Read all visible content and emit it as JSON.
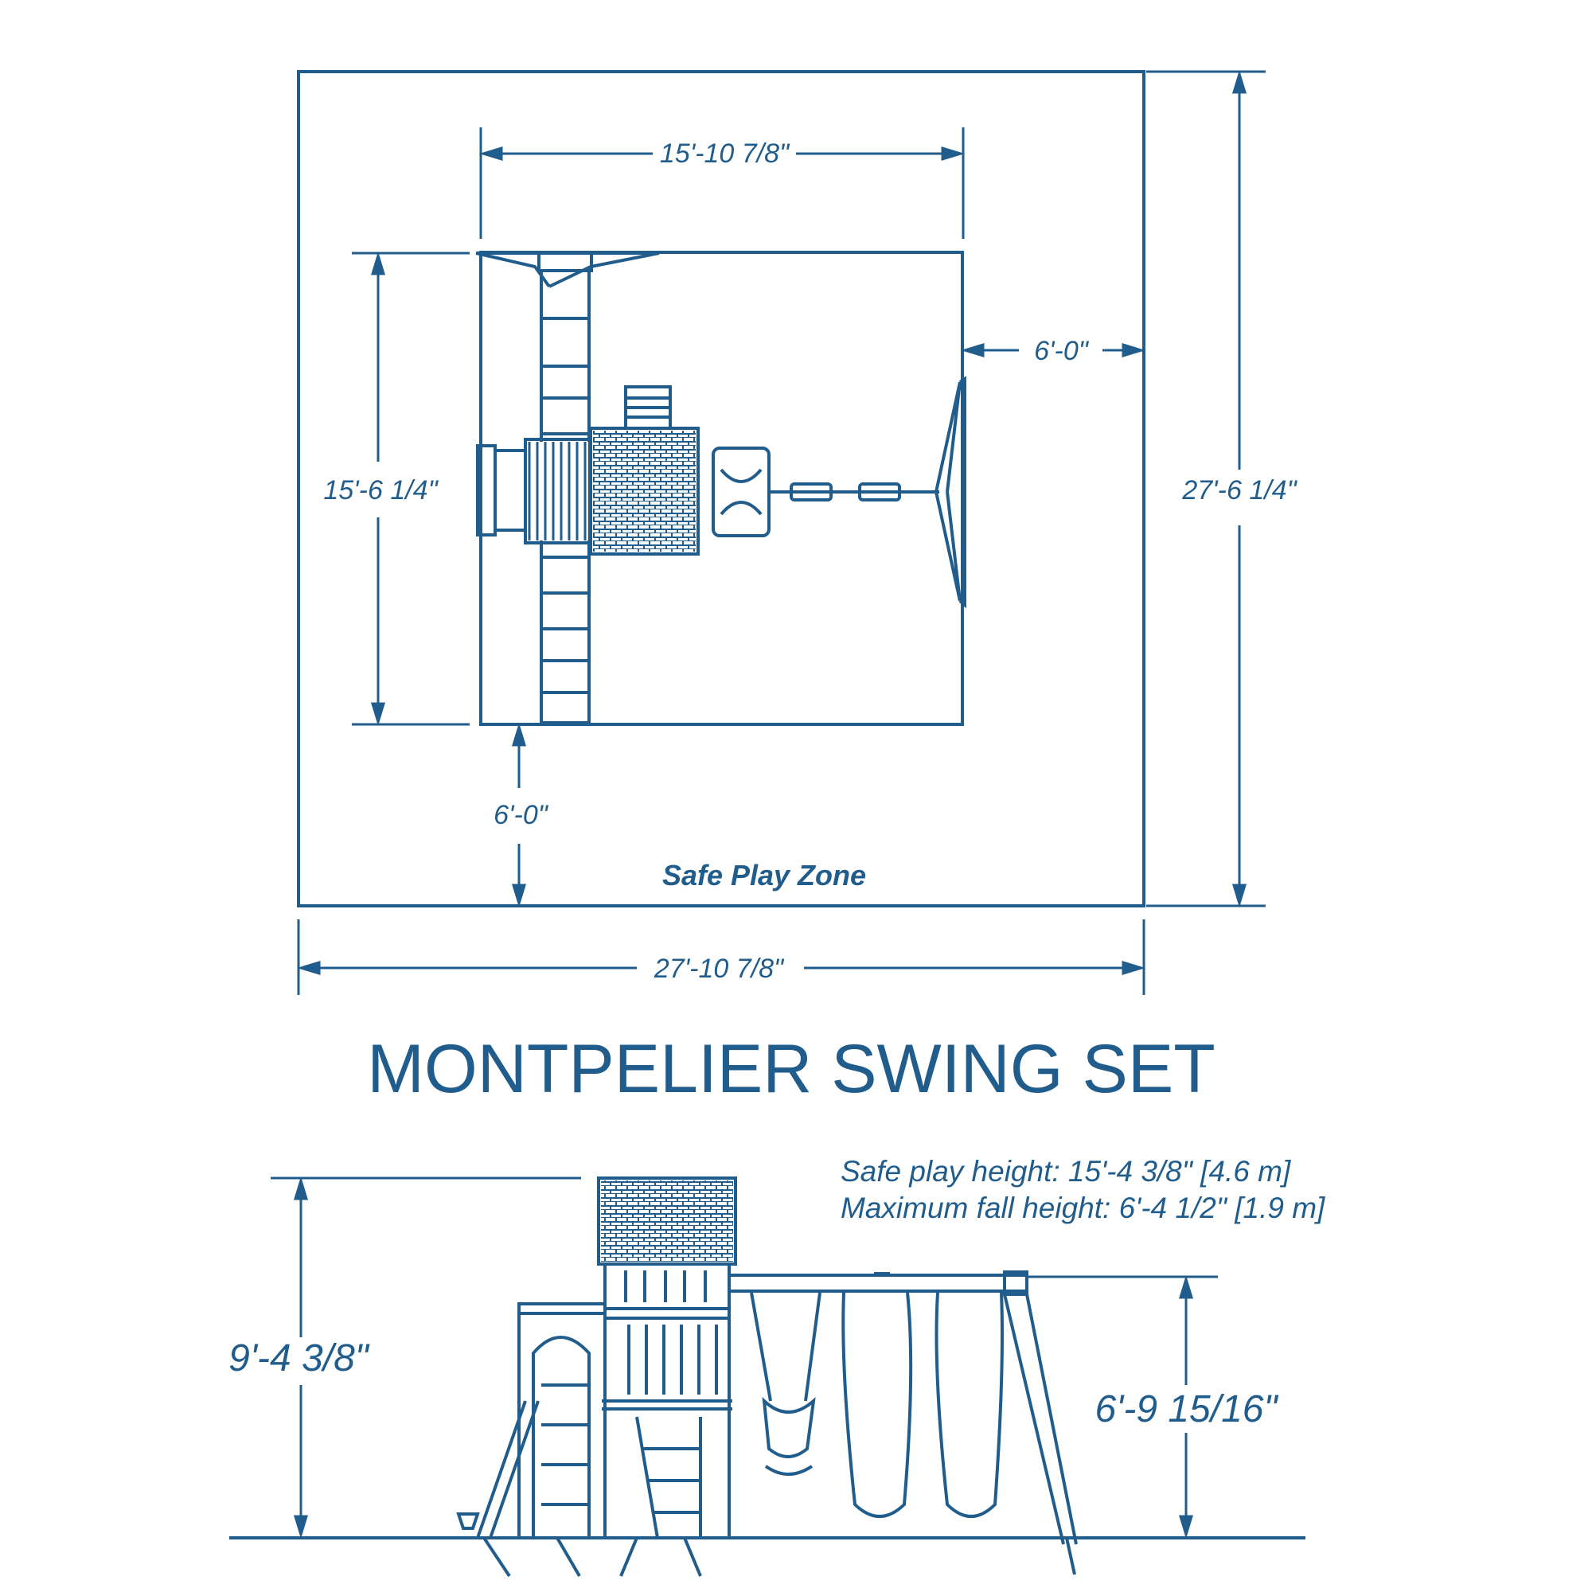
{
  "title": "MONTPELIER SWING SET",
  "colors": {
    "line": "#215d8c",
    "background": "#ffffff"
  },
  "plan_view": {
    "safe_zone_label": "Safe Play Zone",
    "structure_width": "15'-10 7/8\"",
    "structure_depth": "15'-6 1/4\"",
    "side_clearance": "6'-0\"",
    "front_clearance": "6'-0\"",
    "zone_depth": "27'-6 1/4\"",
    "zone_width": "27'-10 7/8\""
  },
  "elevation_view": {
    "overall_height": "9'-4 3/8\"",
    "swing_beam_height": "6'-9 15/16\"",
    "notes": [
      "Safe play height: 15'-4 3/8\" [4.6 m]",
      "Maximum fall height: 6'-4 1/2\" [1.9 m]"
    ]
  }
}
